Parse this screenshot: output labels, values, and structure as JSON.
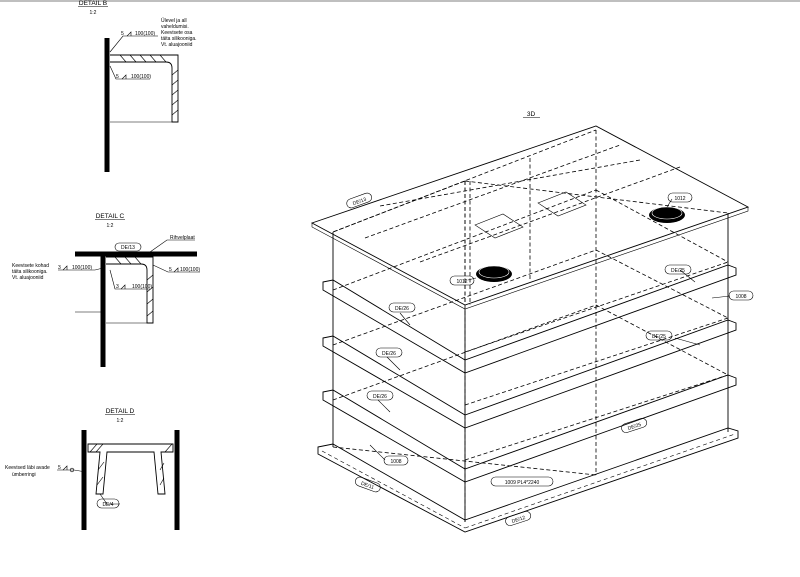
{
  "detailB": {
    "title": "DETAIL B",
    "scale": "1:2",
    "note": [
      "Ülevel ja all",
      "vaheldumisi.",
      "Keevisete osa",
      "täita silikooniga.",
      "Vt. aluajooniid"
    ],
    "weld1": "5",
    "weld1_size": "100(100)",
    "weld2": "5",
    "weld2_size": "100(100)"
  },
  "detailC": {
    "title": "DETAIL C",
    "scale": "1:2",
    "tag": "DE/13",
    "plate_label": "Rihvelplaat",
    "note": [
      "Keevisete kohad",
      "täita silikooniga.",
      "Vt. aluajooniid"
    ],
    "weld1": "3",
    "weld1_size": "100(100)",
    "weld2": "5",
    "weld2_size": "100(100)",
    "weld3": "3",
    "weld3_size": "100(100)"
  },
  "detailD": {
    "title": "DETAIL D",
    "scale": "1:2",
    "note": [
      "Keevised läbi avade",
      "ümberringi"
    ],
    "weld": "5",
    "tag": "DE/4"
  },
  "view3d": {
    "title": "3D",
    "labels": {
      "de13": "DE/13",
      "p1012a": "1012",
      "p1012b": "1012",
      "de25a": "DE/25",
      "de25b": "DE/25",
      "de25c": "DE/25",
      "de26a": "DE/26",
      "de26b": "DE/26",
      "de26c": "DE/26",
      "p1008a": "1008",
      "p1008b": "1008",
      "de11": "DE/11",
      "de12": "DE/12",
      "p1009": "1009 PL4*2240"
    }
  }
}
